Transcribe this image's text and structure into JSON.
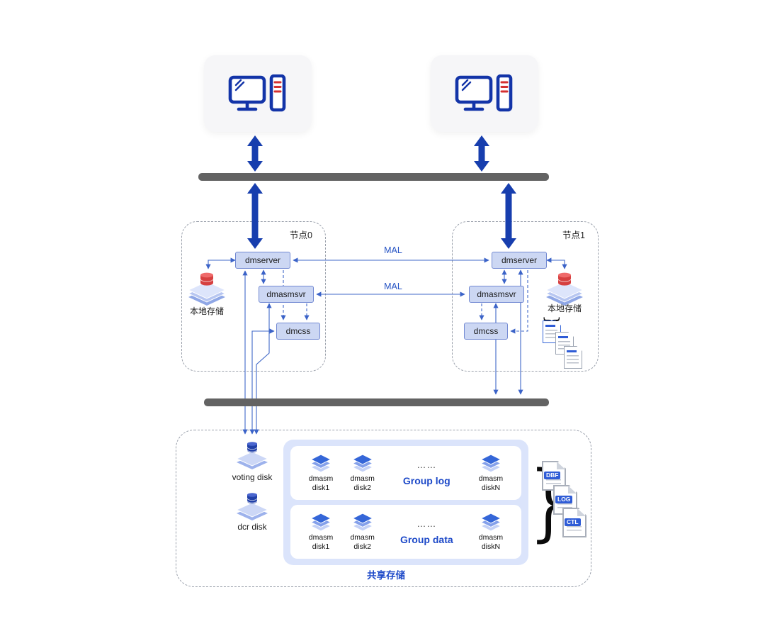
{
  "nodes": [
    {
      "title": "节点0",
      "dmserver": "dmserver",
      "dmasmsvr": "dmasmsvr",
      "dmcss": "dmcss",
      "local_storage_label": "本地存储"
    },
    {
      "title": "节点1",
      "dmserver": "dmserver",
      "dmasmsvr": "dmasmsvr",
      "dmcss": "dmcss",
      "local_storage_label": "本地存储"
    }
  ],
  "mal": {
    "server_link_label": "MAL",
    "asm_link_label": "MAL"
  },
  "shared_storage": {
    "title": "共享存储",
    "voting_disk_label": "voting disk",
    "dcr_disk_label": "dcr disk",
    "groups": [
      {
        "label": "Group log",
        "ellipsis": "……",
        "disks": [
          "dmasm\ndisk1",
          "dmasm\ndisk2",
          "dmasm\ndiskN"
        ]
      },
      {
        "label": "Group data",
        "ellipsis": "……",
        "disks": [
          "dmasm\ndisk1",
          "dmasm\ndisk2",
          "dmasm\ndiskN"
        ]
      }
    ]
  },
  "file_types": {
    "brace": "}",
    "labels": [
      "DBF",
      "LOG",
      "CTL"
    ]
  },
  "colors": {
    "arrow_blue": "#173eae",
    "line_blue": "#4169c8",
    "accent_blue": "#1d49c8",
    "box_fill": "#ccd7f3",
    "box_border": "#7289d2",
    "bar_gray": "#636363",
    "red": "#d64040"
  }
}
